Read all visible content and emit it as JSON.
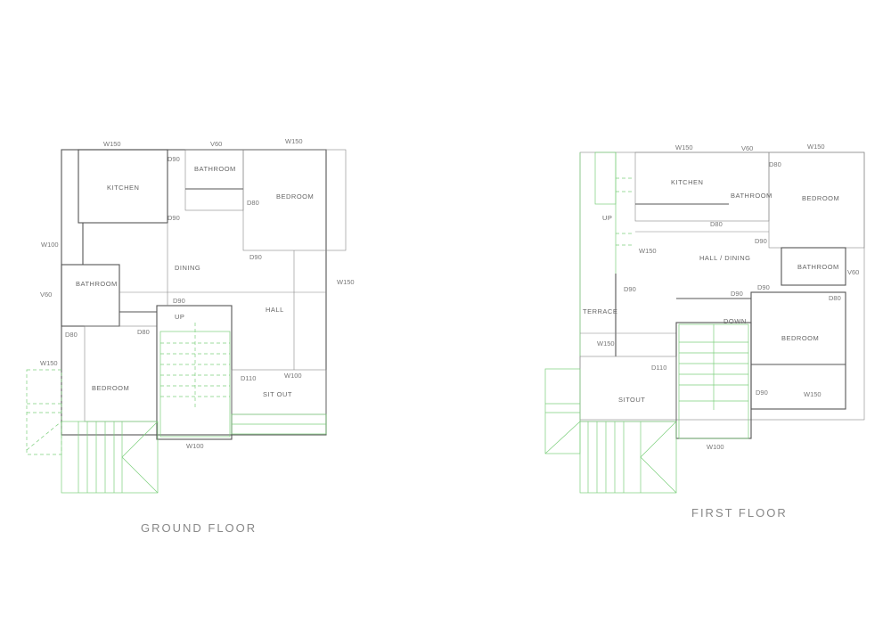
{
  "ground_floor": {
    "title": "GROUND FLOOR",
    "rooms": [
      "KITCHEN",
      "BATHROOM",
      "BEDROOM",
      "DINING",
      "BATHROOM",
      "BEDROOM",
      "HALL",
      "SIT OUT",
      "UP"
    ],
    "openings": [
      "W150",
      "V60",
      "W150",
      "W100",
      "V60",
      "W150",
      "W150",
      "W100",
      "W100",
      "D90",
      "D90",
      "D80",
      "D90",
      "D90",
      "D80",
      "D80",
      "D110"
    ]
  },
  "first_floor": {
    "title": "FIRST FLOOR",
    "rooms": [
      "KITCHEN",
      "BATHROOM",
      "BEDROOM",
      "HALL / DINING",
      "BATHROOM",
      "BEDROOM",
      "TERRACE",
      "SITOUT",
      "DOWN",
      "UP"
    ],
    "openings": [
      "W150",
      "V60",
      "W150",
      "D80",
      "D80",
      "D90",
      "W150",
      "V60",
      "D90",
      "D90",
      "D90",
      "D80",
      "W150",
      "D110",
      "D90",
      "W150",
      "W100"
    ]
  }
}
